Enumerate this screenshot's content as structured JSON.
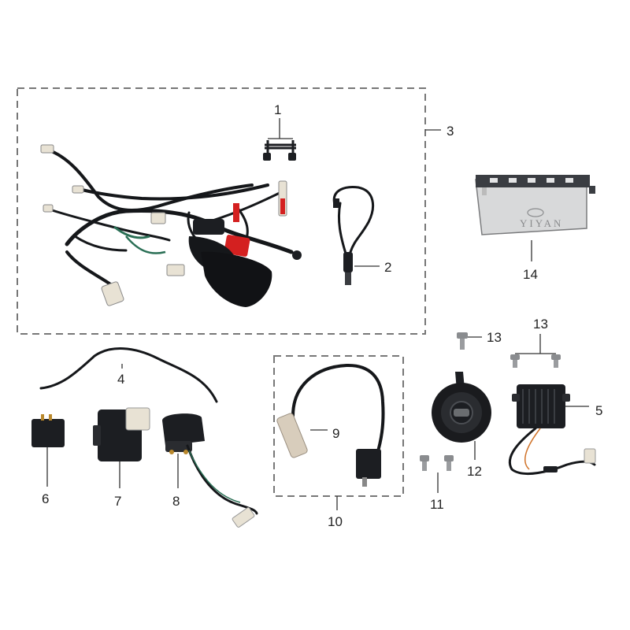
{
  "callouts": {
    "c1": "1",
    "c2": "2",
    "c3": "3",
    "c4": "4",
    "c5": "5",
    "c6": "6",
    "c7": "7",
    "c8": "8",
    "c9": "9",
    "c10": "10",
    "c11": "11",
    "c12": "12",
    "c13a": "13",
    "c13b": "13",
    "c14": "14"
  },
  "battery": {
    "brand": "YIYAN"
  },
  "colors": {
    "wire": "#15171a",
    "red": "#d42020",
    "white": "#e8e2d4",
    "box": "#777777"
  }
}
